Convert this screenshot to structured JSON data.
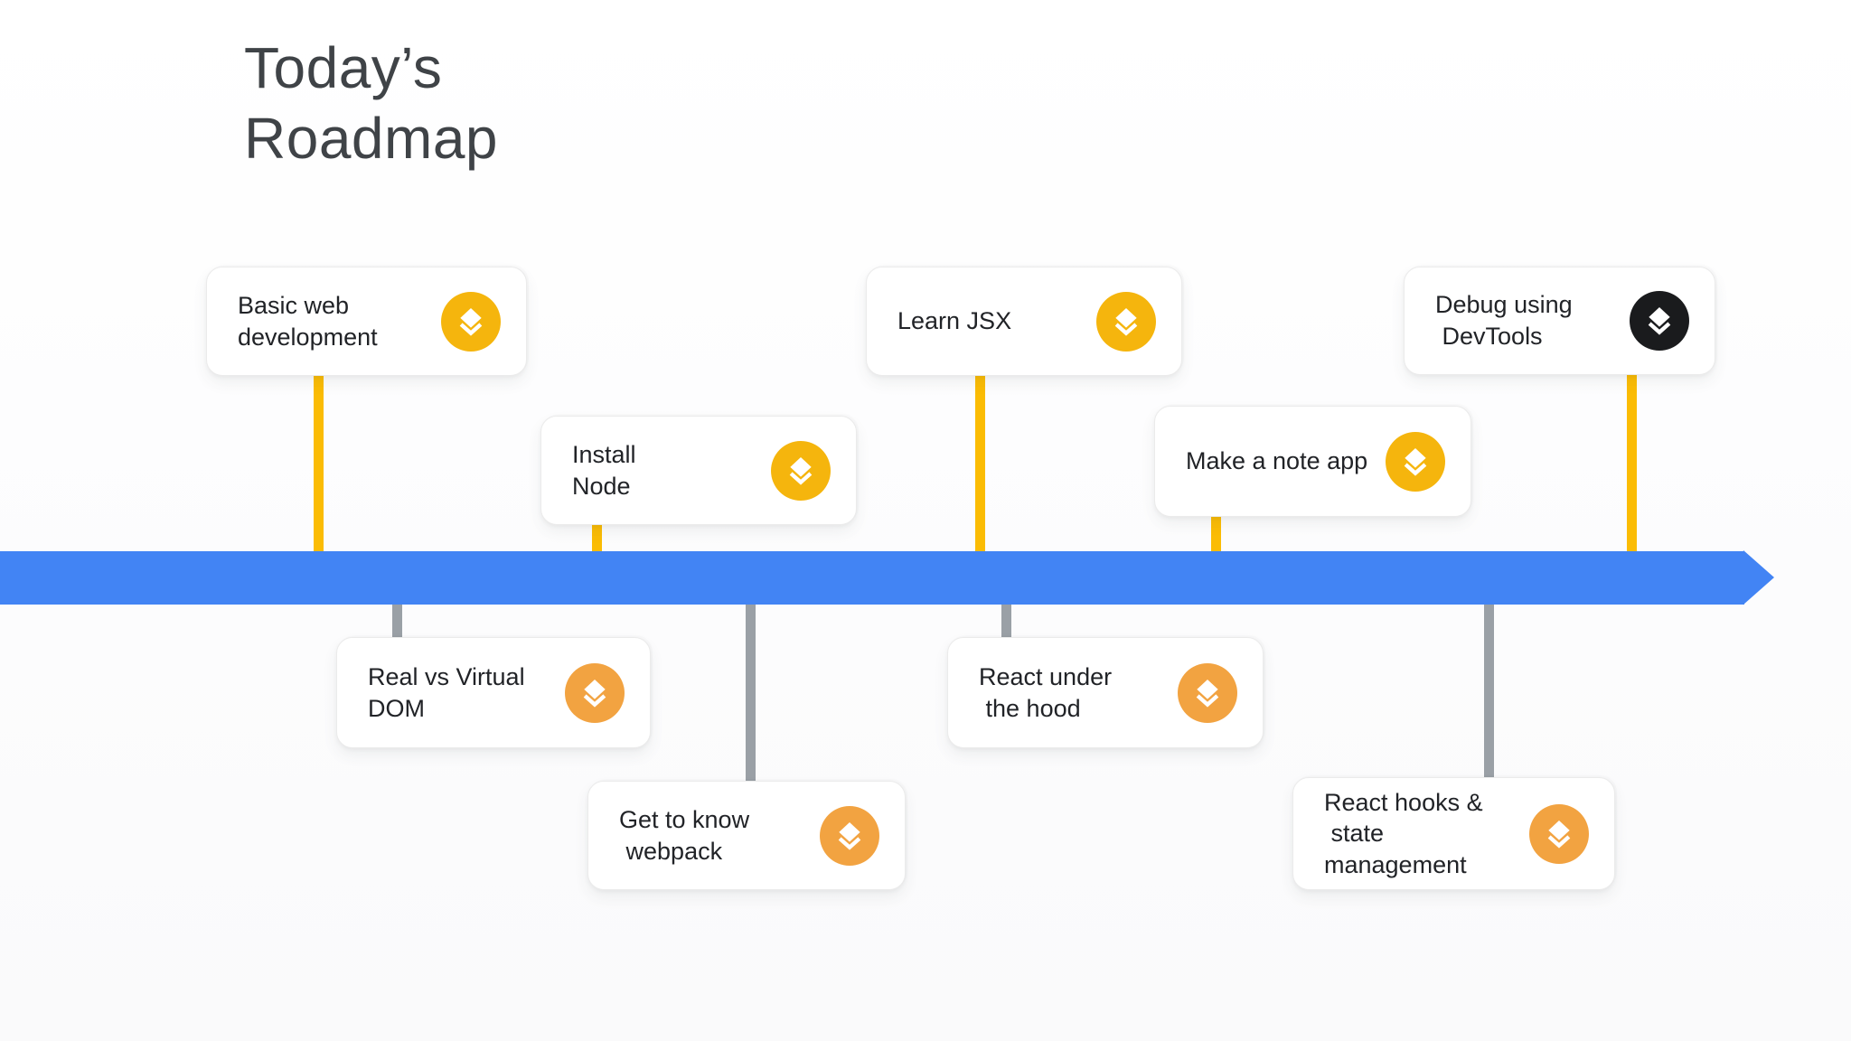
{
  "page": {
    "title": "Today’s\nRoadmap"
  },
  "colors": {
    "timeline_blue": "#4284F4",
    "connector_yellow": "#FBBC04",
    "connector_gray": "#9AA0A6",
    "icon_yellow": "#F5B50D",
    "icon_orange": "#F2A341",
    "icon_black": "#1A1B1D",
    "icon_glyph": "#FFFFFF",
    "title_text": "#3F4347",
    "card_text": "#212327"
  },
  "timeline": {
    "shape": "right-arrow",
    "color": "#4284F4"
  },
  "cards": [
    {
      "label": "Basic web\ndevelopment",
      "side": "above",
      "icon": "layers-icon",
      "icon_color": "#F5B50D",
      "connector_color": "#FBBC04"
    },
    {
      "label": "Install\nNode",
      "side": "above",
      "icon": "layers-icon",
      "icon_color": "#F5B50D",
      "connector_color": "#FBBC04"
    },
    {
      "label": "Learn JSX",
      "side": "above",
      "icon": "layers-icon",
      "icon_color": "#F5B50D",
      "connector_color": "#FBBC04"
    },
    {
      "label": "Make a note app",
      "side": "above",
      "icon": "layers-icon",
      "icon_color": "#F5B50D",
      "connector_color": "#FBBC04"
    },
    {
      "label": "Debug using\n DevTools",
      "side": "above",
      "icon": "layers-icon",
      "icon_color": "#1A1B1D",
      "connector_color": "#FBBC04"
    },
    {
      "label": "Real vs Virtual\nDOM",
      "side": "below",
      "icon": "layers-icon",
      "icon_color": "#F2A341",
      "connector_color": "#9AA0A6"
    },
    {
      "label": "Get to know\n webpack",
      "side": "below",
      "icon": "layers-icon",
      "icon_color": "#F2A341",
      "connector_color": "#9AA0A6"
    },
    {
      "label": "React under\n the hood",
      "side": "below",
      "icon": "layers-icon",
      "icon_color": "#F2A341",
      "connector_color": "#9AA0A6"
    },
    {
      "label": "React hooks &\n state management",
      "side": "below",
      "icon": "layers-icon",
      "icon_color": "#F2A341",
      "connector_color": "#9AA0A6"
    }
  ]
}
